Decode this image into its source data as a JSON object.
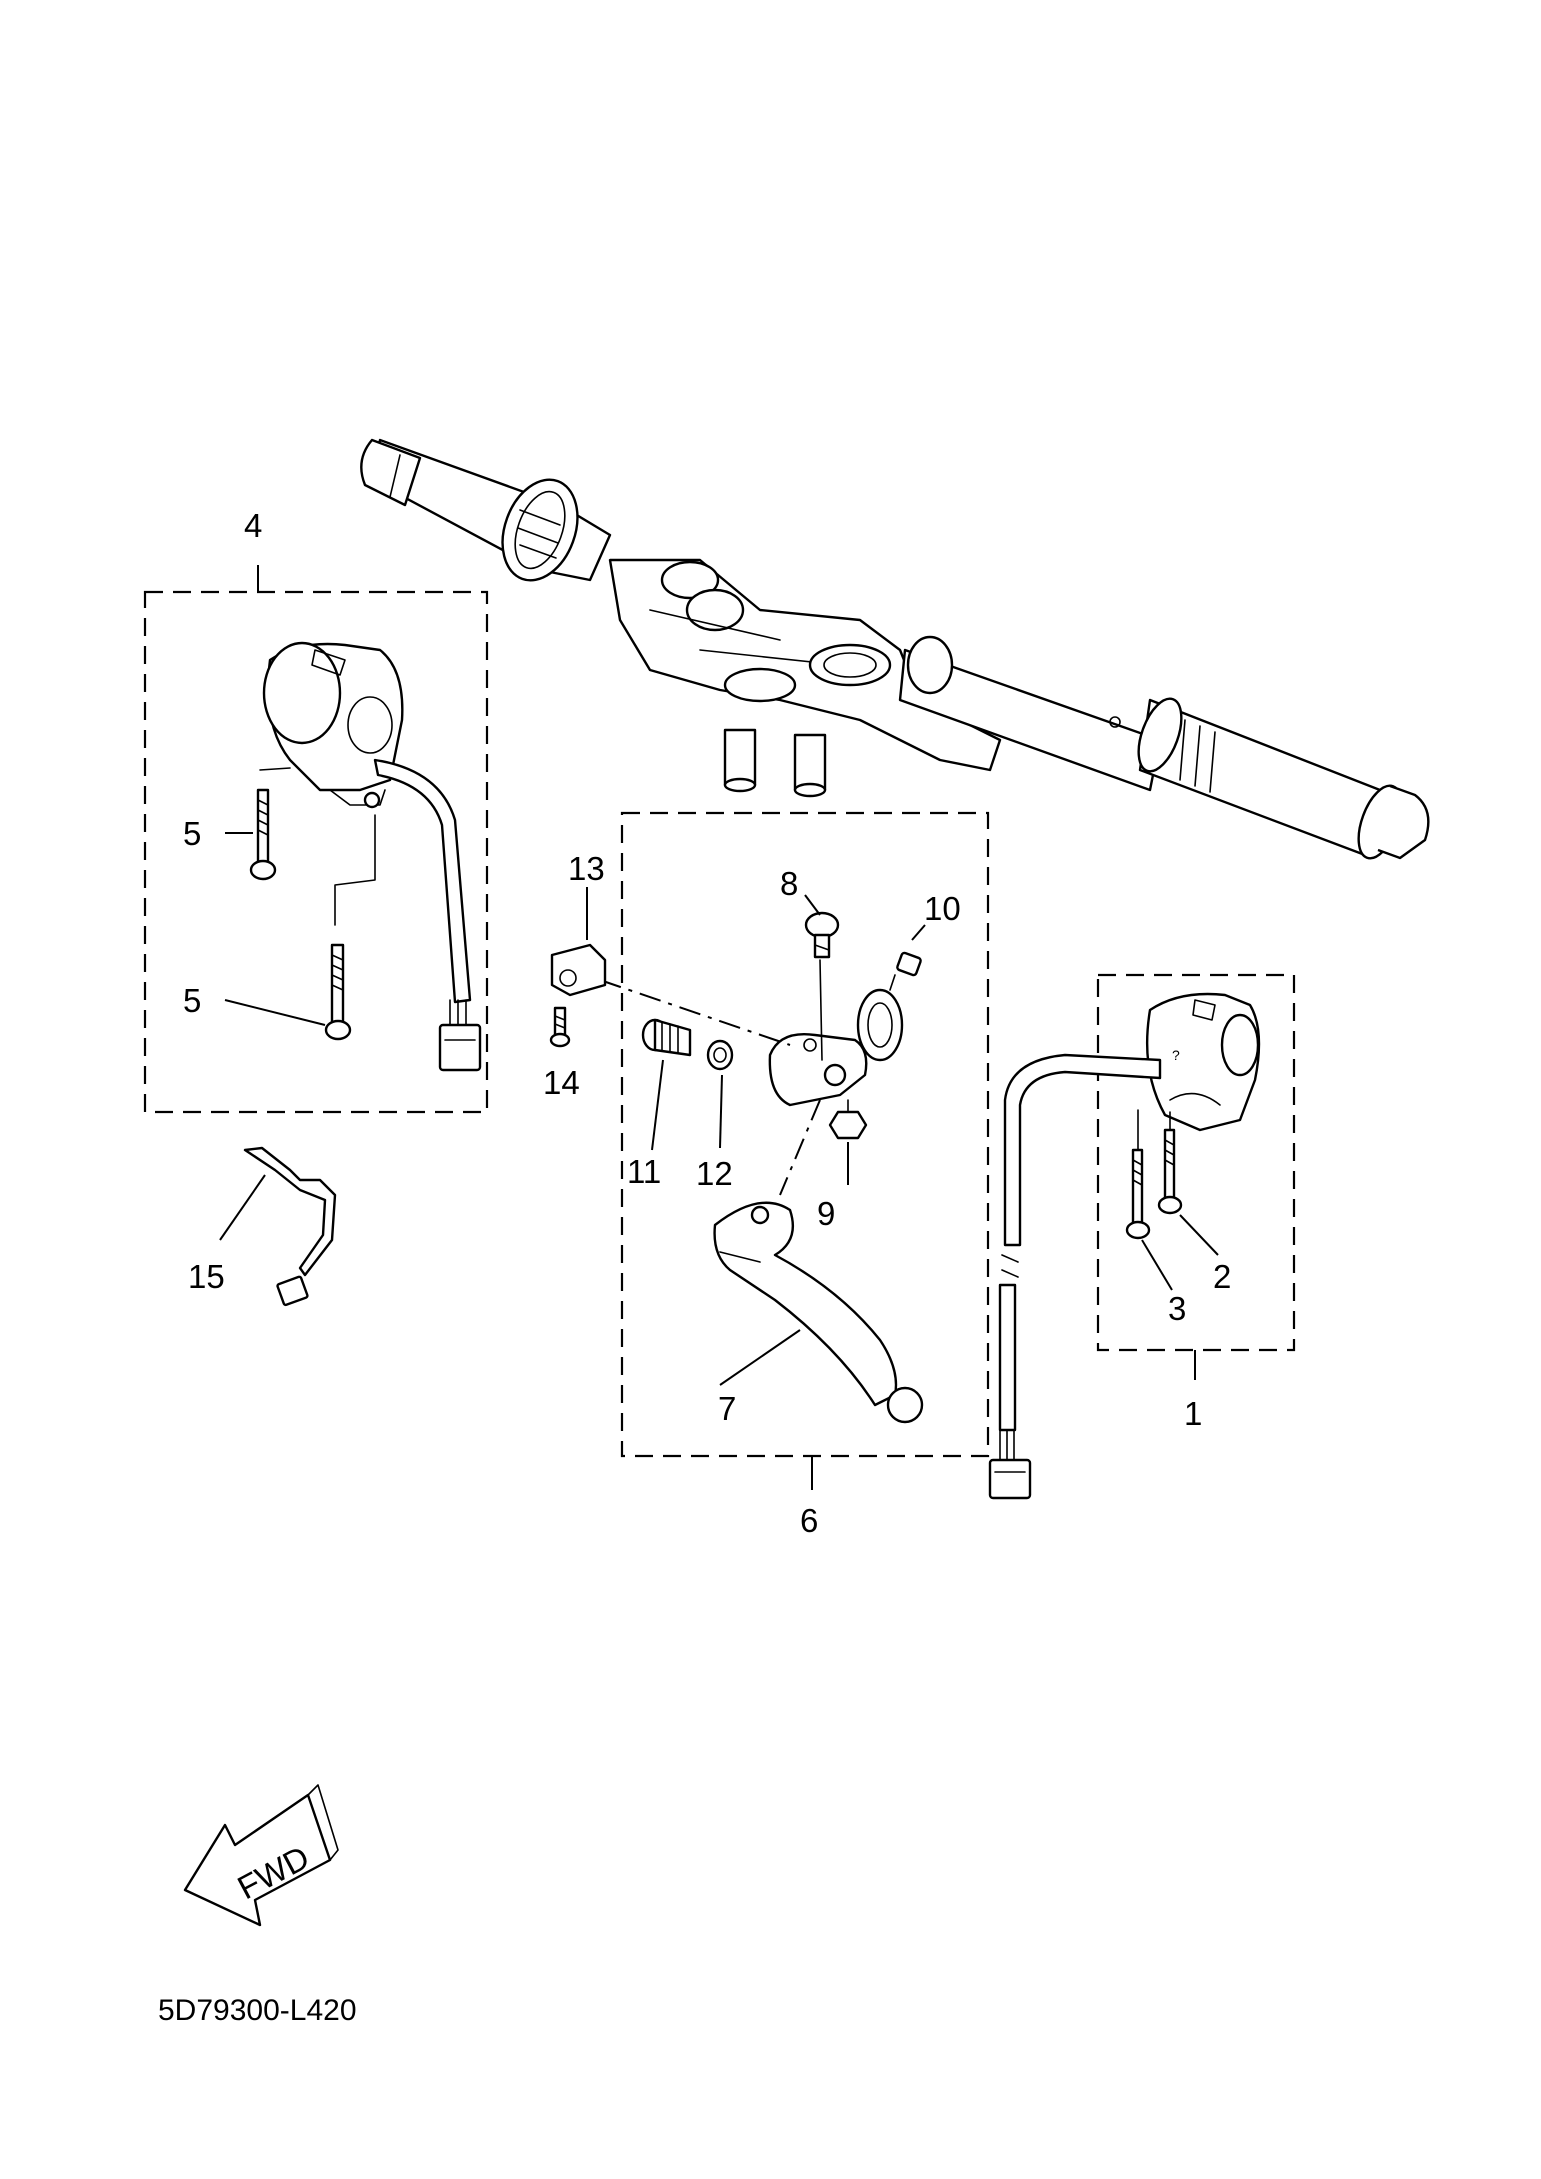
{
  "callouts": {
    "c1": "1",
    "c2": "2",
    "c3": "3",
    "c4": "4",
    "c5a": "5",
    "c5b": "5",
    "c6": "6",
    "c7": "7",
    "c8": "8",
    "c9": "9",
    "c10": "10",
    "c11": "11",
    "c12": "12",
    "c13": "13",
    "c14": "14",
    "c15": "15"
  },
  "fwd_label": "FWD",
  "diagram_code": "5D79300-L420"
}
